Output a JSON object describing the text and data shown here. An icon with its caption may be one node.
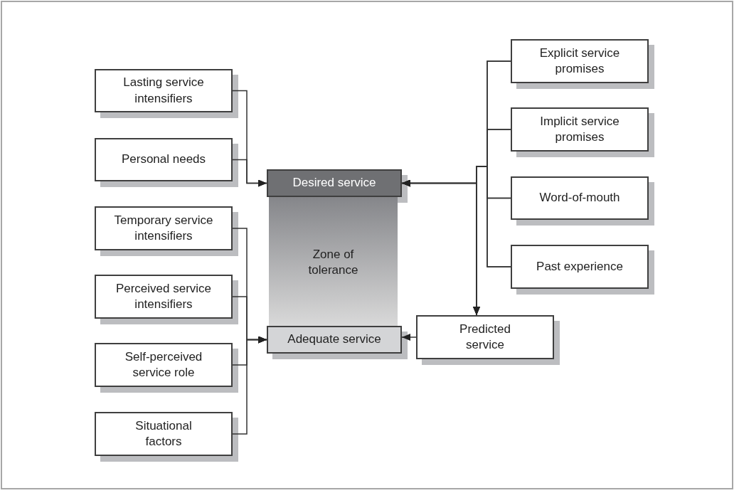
{
  "diagram": {
    "nodes": [
      {
        "text": [
          "Lasting service intensifiers"
        ]
      },
      {
        "text": [
          "Personal needs"
        ]
      },
      {
        "text": [
          "Desired service"
        ]
      },
      {
        "text": [
          "Zone of tolerance"
        ]
      },
      {
        "text": [
          "Temporary service intensifiers"
        ]
      },
      {
        "text": [
          "Perceived service intensifiers"
        ]
      },
      {
        "text": [
          "Adequate service"
        ]
      },
      {
        "text": [
          "Self-perceived service role"
        ]
      },
      {
        "text": [
          "Situational factors"
        ]
      },
      {
        "text": [
          "Explicit service promises"
        ]
      },
      {
        "text": [
          "Implicit service promises"
        ]
      },
      {
        "text": [
          "Word-of-mouth"
        ]
      },
      {
        "text": [
          "Past experience"
        ]
      },
      {
        "text": [
          "Predicted service"
        ]
      }
    ],
    "edges": [
      {
        "from": 0,
        "to": 2,
        "arrow": "to"
      },
      {
        "from": 1,
        "to": 2,
        "arrow": "to"
      },
      {
        "from": 4,
        "to": 6,
        "arrow": "to"
      },
      {
        "from": 5,
        "to": 6,
        "arrow": "to"
      },
      {
        "from": 7,
        "to": 6,
        "arrow": "to"
      },
      {
        "from": 8,
        "to": 6,
        "arrow": "to"
      },
      {
        "from": 9,
        "to": 2,
        "arrow": "to"
      },
      {
        "from": 10,
        "to": 2,
        "arrow": "to"
      },
      {
        "from": 11,
        "to": 2,
        "arrow": "to"
      },
      {
        "from": 12,
        "to": 2,
        "arrow": "to"
      },
      {
        "from": 9,
        "to": 13,
        "arrow": "to"
      },
      {
        "from": 10,
        "to": 13,
        "arrow": "to"
      },
      {
        "from": 11,
        "to": 13,
        "arrow": "to"
      },
      {
        "from": 12,
        "to": 13,
        "arrow": "to"
      },
      {
        "from": 13,
        "to": 6,
        "arrow": "to"
      }
    ]
  }
}
